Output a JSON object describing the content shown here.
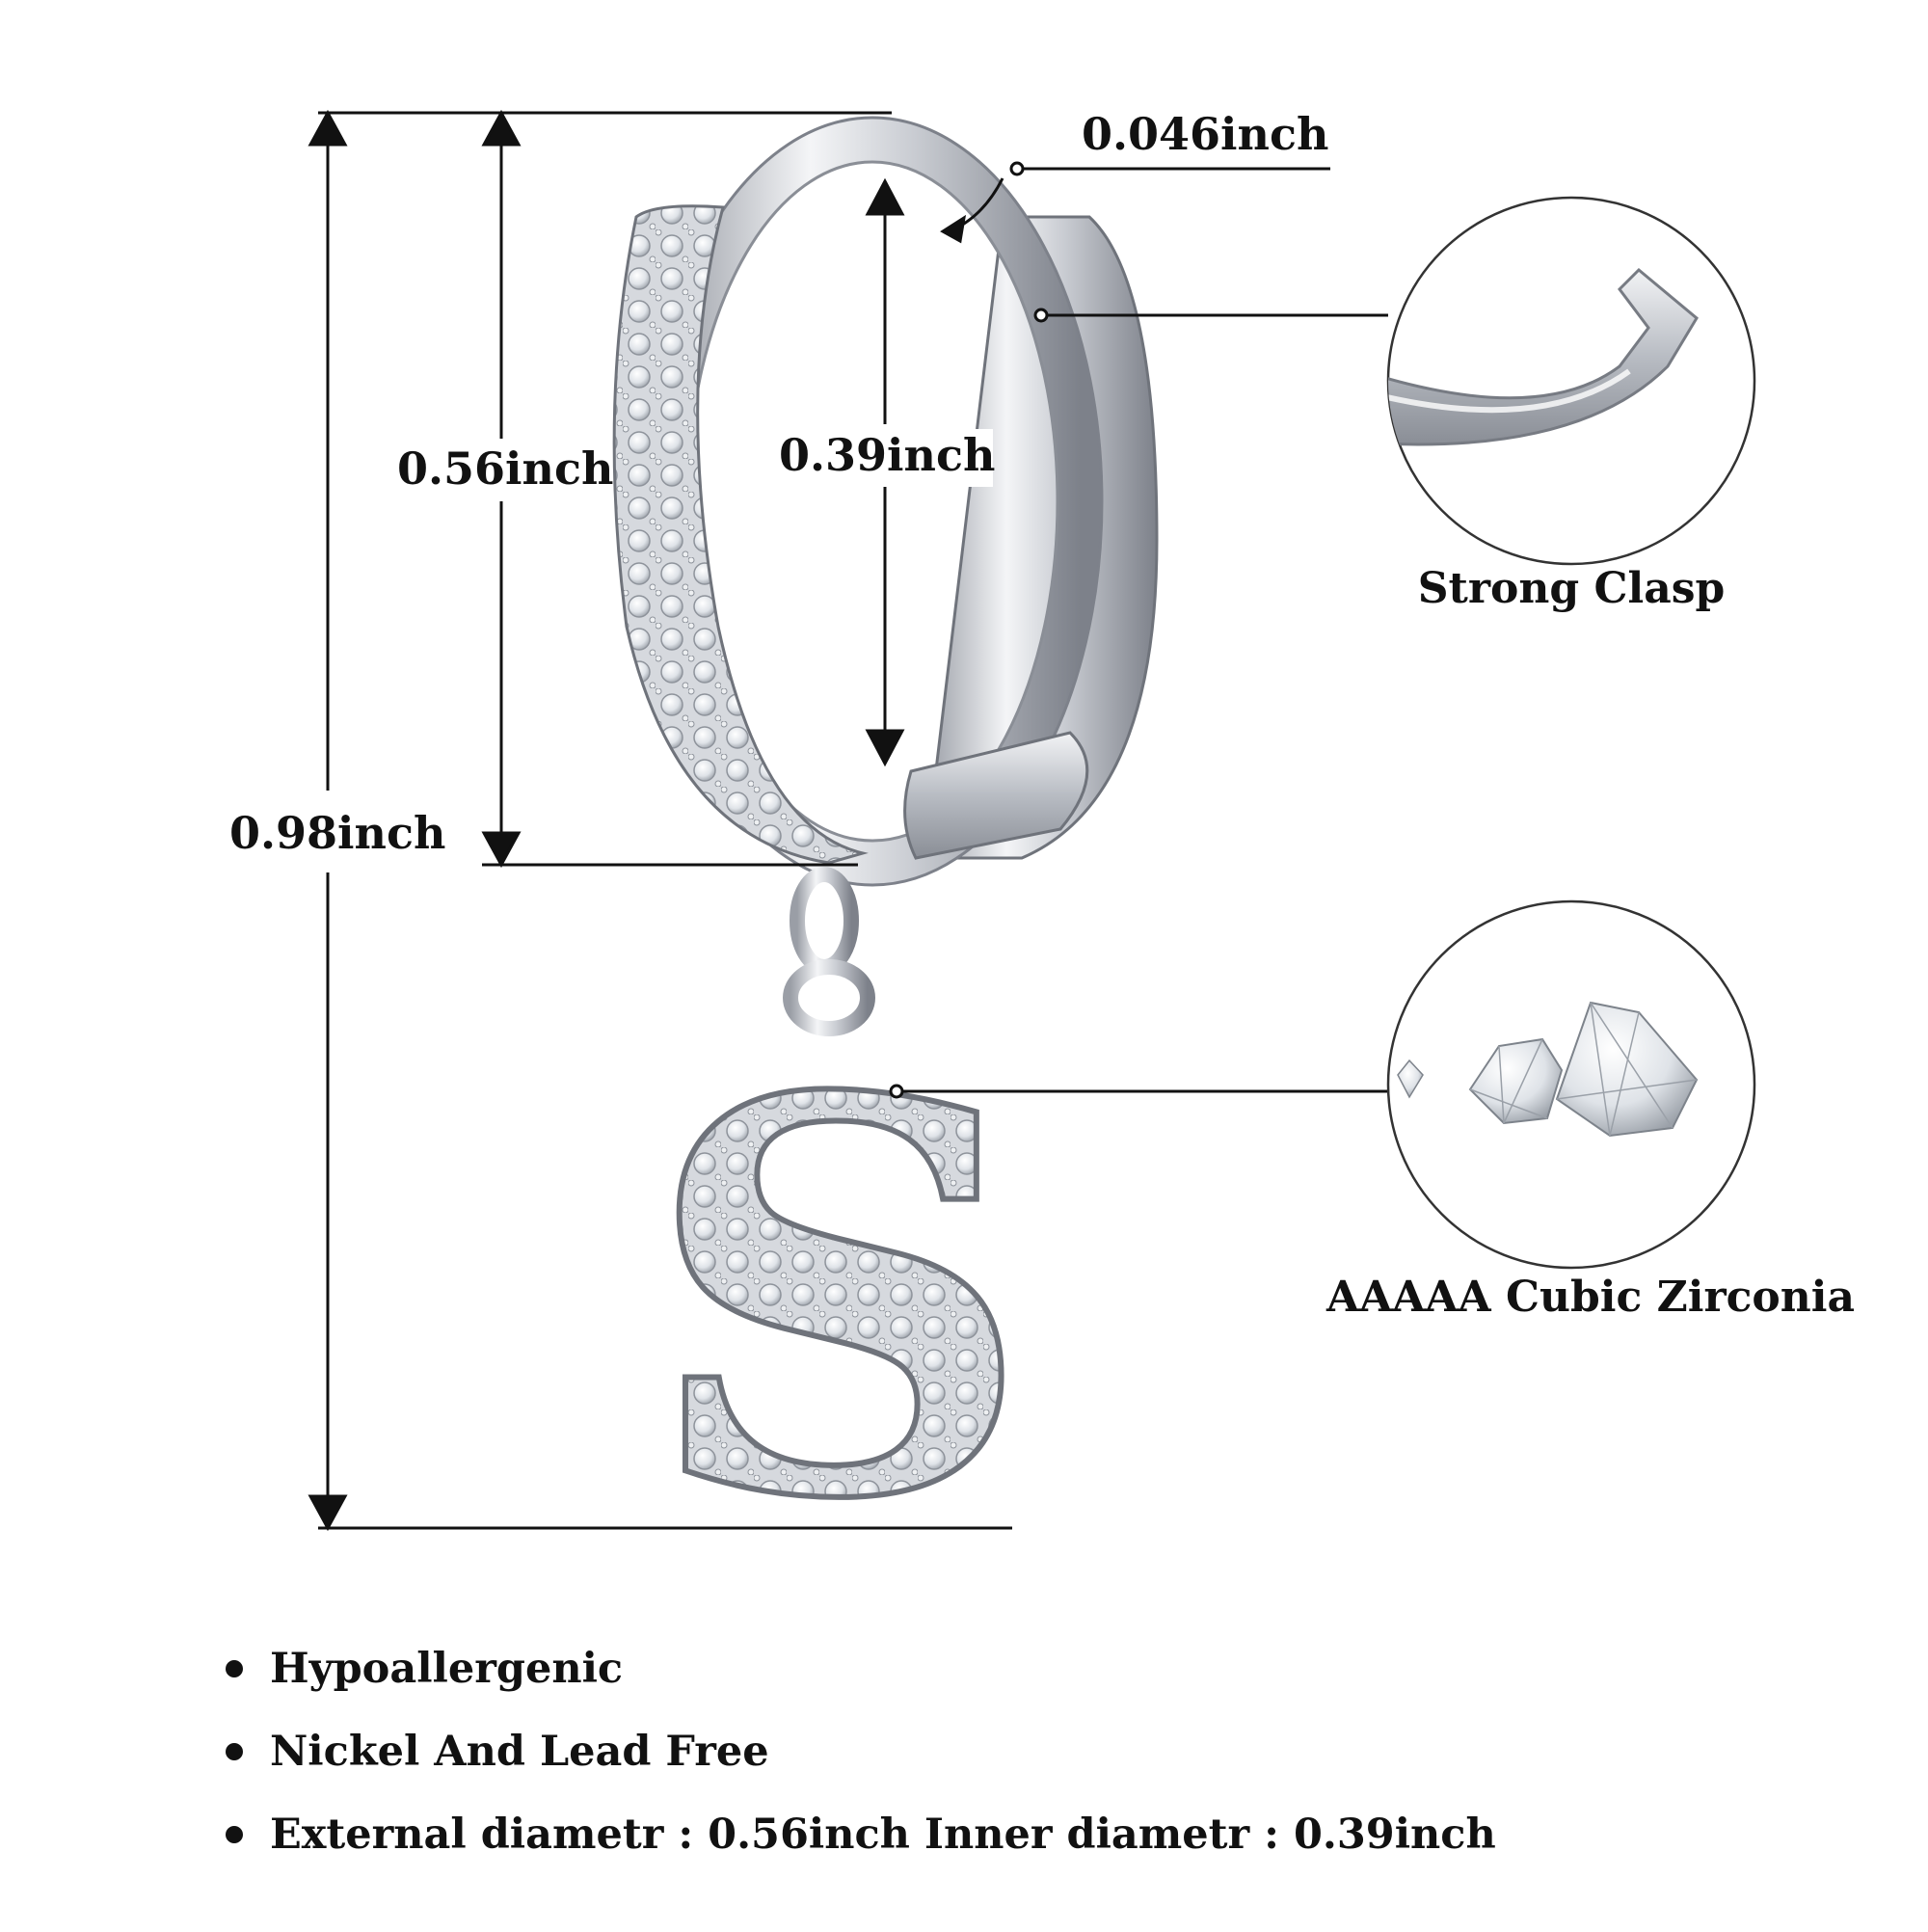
{
  "dimensions": {
    "total_height": "0.98inch",
    "external_diameter": "0.56inch",
    "inner_diameter": "0.39inch",
    "thickness": "0.046inch"
  },
  "callouts": {
    "clasp_label": "Strong Clasp",
    "stone_label": "AAAAA Cubic Zirconia"
  },
  "pendant_letter": "S",
  "features": [
    "Hypoallergenic",
    "Nickel And Lead Free",
    "External diametr : 0.56inch Inner diametr : 0.39inch"
  ]
}
